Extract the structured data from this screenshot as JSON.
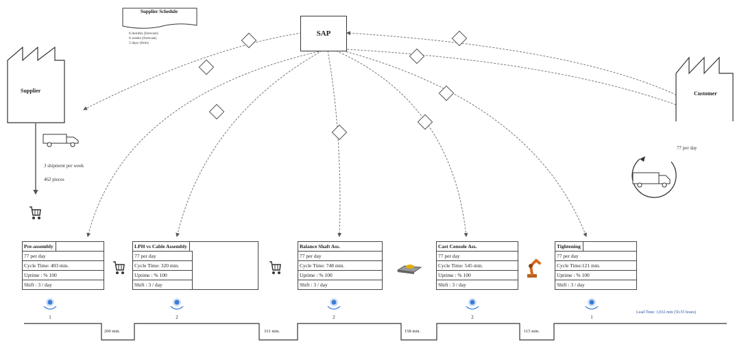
{
  "sap": {
    "label": "SAP"
  },
  "supplier_schedule": {
    "title": "Supplier Schedule",
    "notes": [
      "6 months (forecast)",
      "6 weeks (forecast)",
      "5 days (firm)"
    ]
  },
  "supplier": {
    "label": "Supplier",
    "shipments": "3 shipment per week",
    "pieces": "462 pieces"
  },
  "customer": {
    "label": "Customer",
    "demand": "77 per day"
  },
  "processes": [
    {
      "name": "Pre-assembly",
      "rate": "77 per day",
      "cycle": "Cycle Time: 403 min.",
      "uptime": "Uptime : % 100",
      "shift": "Shift     : 3 / day",
      "operators": "1"
    },
    {
      "name": "LPH vs Cable Assembly",
      "rate": "77 per day",
      "cycle": "Cycle Time: 320 min.",
      "uptime": "Uptime : % 100",
      "shift": "Shift     : 3 / day",
      "operators": "2"
    },
    {
      "name": "Balance Shaft Ass.",
      "rate": "77 per day",
      "cycle": "Cycle Time: 748 min.",
      "uptime": "Uptime : % 100",
      "shift": "Shift     : 3 / day",
      "operators": "2"
    },
    {
      "name": "Cast Console Ass.",
      "rate": "77 per day",
      "cycle": "Cycle Time: 545 min.",
      "uptime": "Uptime : % 100",
      "shift": "Shift     : 3 / day",
      "operators": "2"
    },
    {
      "name": "Tightening",
      "rate": "77 per day",
      "cycle": "Cycle Time:121 min.",
      "uptime": "Uptime : % 100",
      "shift": "Shift     : 3 / day",
      "operators": "1"
    }
  ],
  "timeline": {
    "waits": [
      "200 min.",
      "331 min.",
      "158 min.",
      "115 min."
    ],
    "lead_time": "Lead Time: 3,032 min (50.55 hours)"
  },
  "icons": {
    "factory": "factory-icon",
    "truck": "truck-icon",
    "cart": "cart-icon",
    "operator": "operator-icon",
    "electronic_info": "electronic-info-icon",
    "robot": "robot-arm-icon",
    "fixture": "fixture-icon"
  }
}
